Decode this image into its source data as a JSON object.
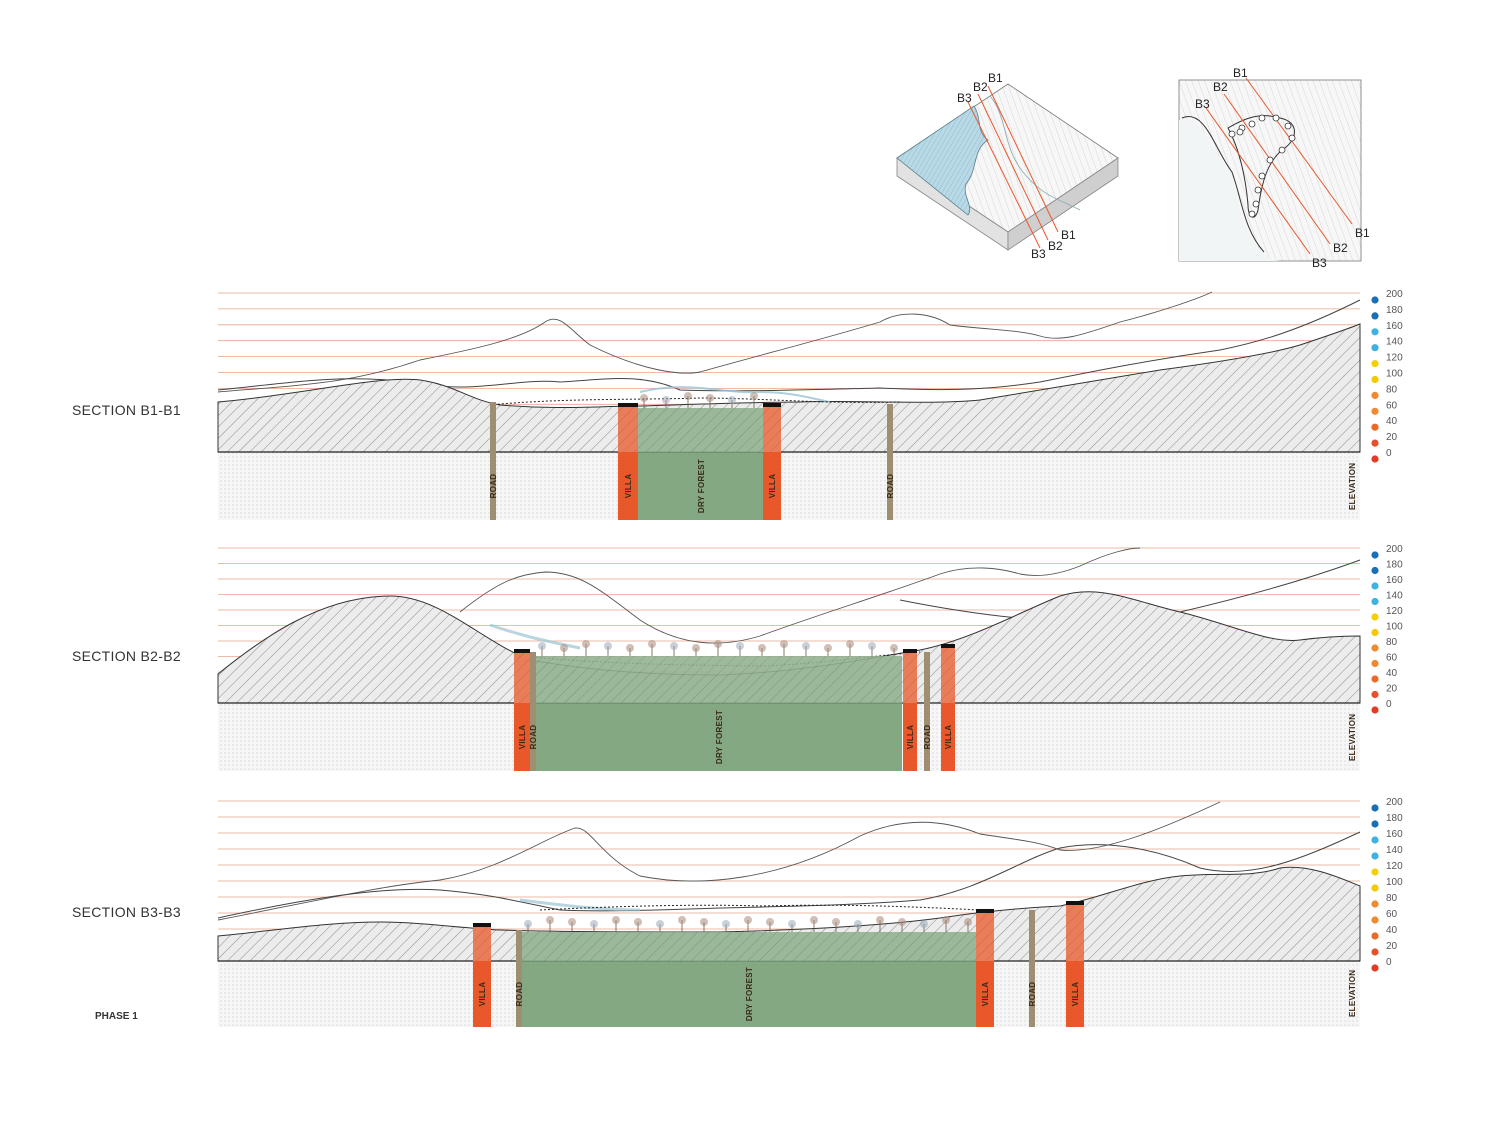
{
  "map_labels": {
    "b1": "B1",
    "b2": "B2",
    "b3": "B3"
  },
  "scale_ticks": [
    "200",
    "180",
    "160",
    "140",
    "120",
    "100",
    "80",
    "60",
    "40",
    "20",
    "0"
  ],
  "scale_dot_colors": [
    "#1a6fb5",
    "#1a6fb5",
    "#3fb2e0",
    "#3fb2e0",
    "#f5d000",
    "#f5c800",
    "#f08a30",
    "#f08a30",
    "#ec6a28",
    "#e6502a",
    "#e63a25"
  ],
  "colors": {
    "villa": "#e8582a",
    "road": "#9e8f72",
    "forest": "#6f9a6d",
    "grid_line": "#e8a58a",
    "terrain_fill": "#e6e6e6",
    "water": "#a9d3e6"
  },
  "sections": [
    {
      "title": "SECTION B1-B1",
      "elevation_label": "ELEVATION",
      "bands": [
        {
          "type": "road",
          "label": "ROAD"
        },
        {
          "type": "villa",
          "label": "VILLA"
        },
        {
          "type": "forest",
          "label": "DRY FOREST"
        },
        {
          "type": "villa",
          "label": "VILLA"
        },
        {
          "type": "road",
          "label": "ROAD"
        }
      ]
    },
    {
      "title": "SECTION B2-B2",
      "elevation_label": "ELEVATION",
      "bands": [
        {
          "type": "villa",
          "label": "VILLA"
        },
        {
          "type": "road",
          "label": "ROAD"
        },
        {
          "type": "forest",
          "label": "DRY FOREST"
        },
        {
          "type": "villa",
          "label": "VILLA"
        },
        {
          "type": "road",
          "label": "ROAD"
        },
        {
          "type": "villa",
          "label": "VILLA"
        }
      ]
    },
    {
      "title": "SECTION B3-B3",
      "elevation_label": "ELEVATION",
      "bands": [
        {
          "type": "villa",
          "label": "VILLA"
        },
        {
          "type": "road",
          "label": "ROAD"
        },
        {
          "type": "forest",
          "label": "DRY FOREST"
        },
        {
          "type": "villa",
          "label": "VILLA"
        },
        {
          "type": "road",
          "label": "ROAD"
        },
        {
          "type": "villa",
          "label": "VILLA"
        }
      ]
    }
  ],
  "phase_label": "PHASE 1"
}
